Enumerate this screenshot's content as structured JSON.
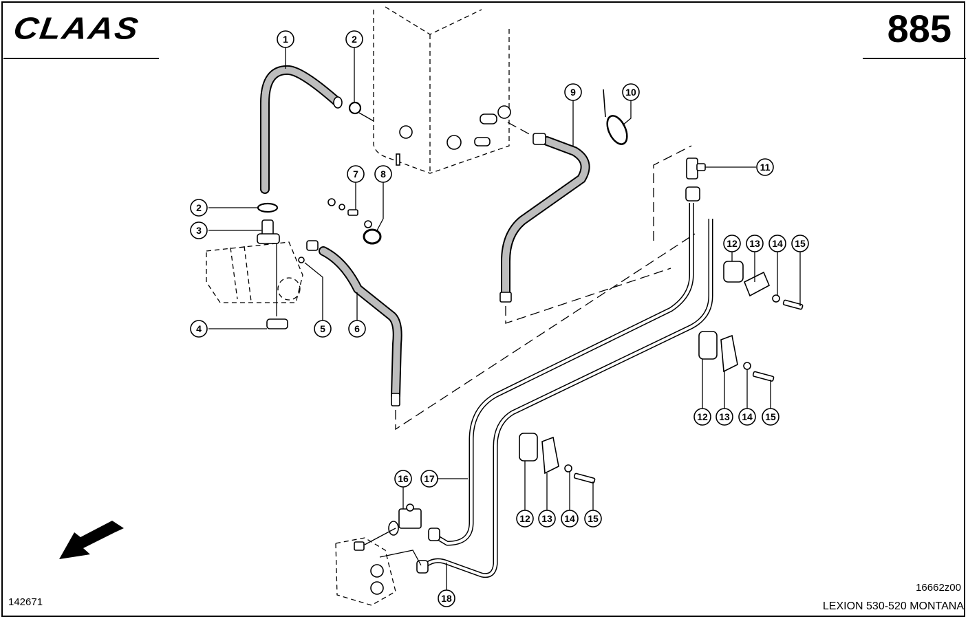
{
  "header": {
    "brand": "CLAAS",
    "page_number": "885"
  },
  "footer": {
    "sheet_number": "142671",
    "figure_code": "16662z00",
    "model": "LEXION 530-520 MONTANA"
  },
  "diagram": {
    "direction_arrow": "direction-arrow-icon",
    "callouts": [
      {
        "id": "c1",
        "label": "1"
      },
      {
        "id": "c2a",
        "label": "2"
      },
      {
        "id": "c2b",
        "label": "2"
      },
      {
        "id": "c3",
        "label": "3"
      },
      {
        "id": "c4",
        "label": "4"
      },
      {
        "id": "c5",
        "label": "5"
      },
      {
        "id": "c6",
        "label": "6"
      },
      {
        "id": "c7",
        "label": "7"
      },
      {
        "id": "c8",
        "label": "8"
      },
      {
        "id": "c9",
        "label": "9"
      },
      {
        "id": "c10",
        "label": "10"
      },
      {
        "id": "c11",
        "label": "11"
      },
      {
        "id": "c12a",
        "label": "12"
      },
      {
        "id": "c13a",
        "label": "13"
      },
      {
        "id": "c14a",
        "label": "14"
      },
      {
        "id": "c15a",
        "label": "15"
      },
      {
        "id": "c12b",
        "label": "12"
      },
      {
        "id": "c13b",
        "label": "13"
      },
      {
        "id": "c14b",
        "label": "14"
      },
      {
        "id": "c15b",
        "label": "15"
      },
      {
        "id": "c12c",
        "label": "12"
      },
      {
        "id": "c13c",
        "label": "13"
      },
      {
        "id": "c14c",
        "label": "14"
      },
      {
        "id": "c15c",
        "label": "15"
      },
      {
        "id": "c16",
        "label": "16"
      },
      {
        "id": "c17",
        "label": "17"
      },
      {
        "id": "c18",
        "label": "18"
      }
    ]
  }
}
